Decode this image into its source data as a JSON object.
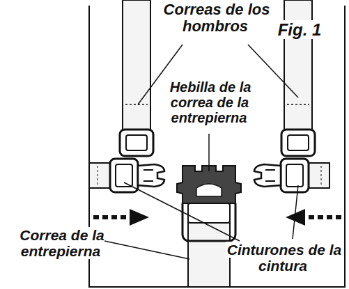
{
  "diagram": {
    "labels": [
      "Correas de los hombros",
      "Fig. 1",
      "Hebilla de la correa de la entrepierna",
      "Correa de la entrepierna",
      "Cinturones de la cintura"
    ]
  }
}
